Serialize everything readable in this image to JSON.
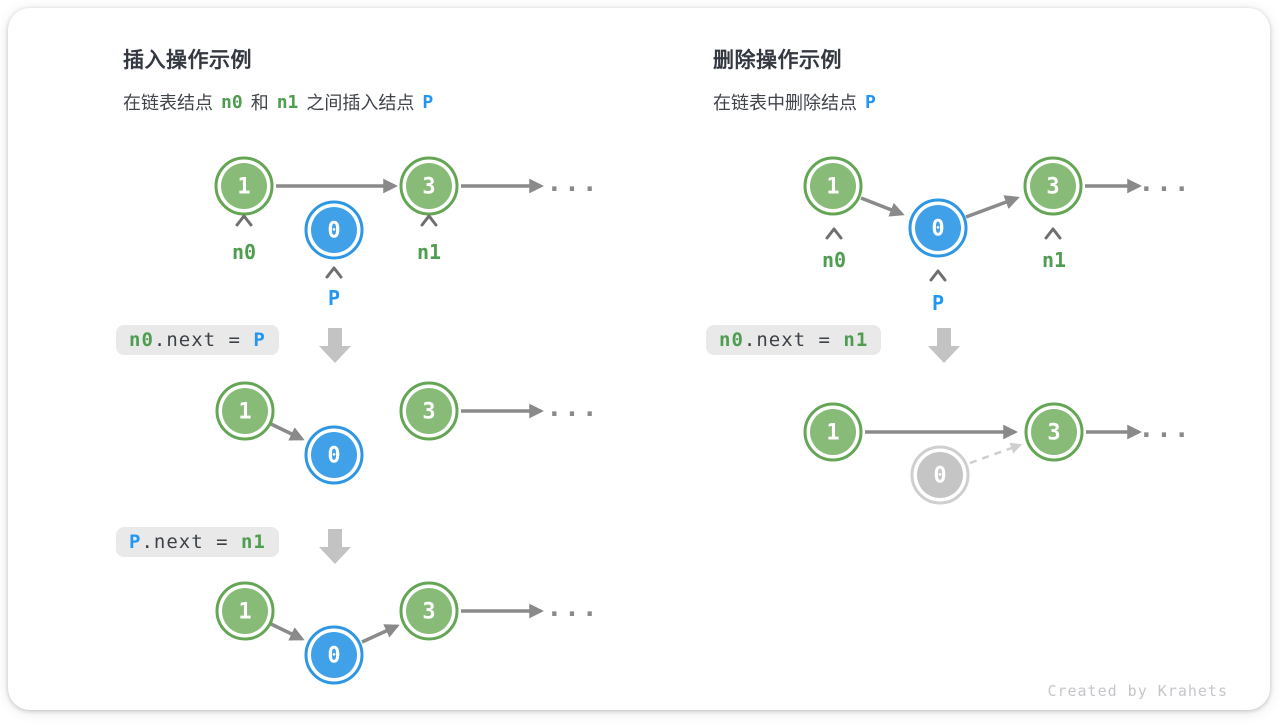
{
  "colors": {
    "green_node_fill": "#87bb77",
    "green_node_ring": "#64a654",
    "blue_node_fill": "#41a1e8",
    "blue_node_ring": "#2e97e3",
    "gray_node_fill": "#c5c5c5",
    "gray_node_ring": "#cfcfcf",
    "arrow_gray": "#8a8a8a",
    "code_box_bg": "#e9e9e9",
    "green_text": "#4e9d50",
    "blue_text": "#2196f3",
    "block_arrow_gray": "#c3c3c3"
  },
  "values": {
    "one": "1",
    "zero": "0",
    "three": "3"
  },
  "labels": {
    "n0": "n0",
    "n1": "n1",
    "p": "P"
  },
  "ellipsis": "...",
  "left_panel": {
    "title": "插入操作示例",
    "subtitle": {
      "t1": "在链表结点",
      "v1": "n0",
      "t2": "和",
      "v2": "n1",
      "t3": "之间插入结点",
      "v3": "P"
    },
    "code_step1": {
      "lhs": "n0",
      "op": ".next = ",
      "rhs": "P"
    },
    "code_step2": {
      "lhs": "P",
      "op": ".next = ",
      "rhs": "n1"
    }
  },
  "right_panel": {
    "title": "删除操作示例",
    "subtitle": {
      "t1": "在链表中删除结点",
      "v1": "P"
    },
    "code_step1": {
      "lhs": "n0",
      "op": ".next = ",
      "rhs": "n1"
    }
  },
  "footer": {
    "credit": "Created by Krahets"
  }
}
